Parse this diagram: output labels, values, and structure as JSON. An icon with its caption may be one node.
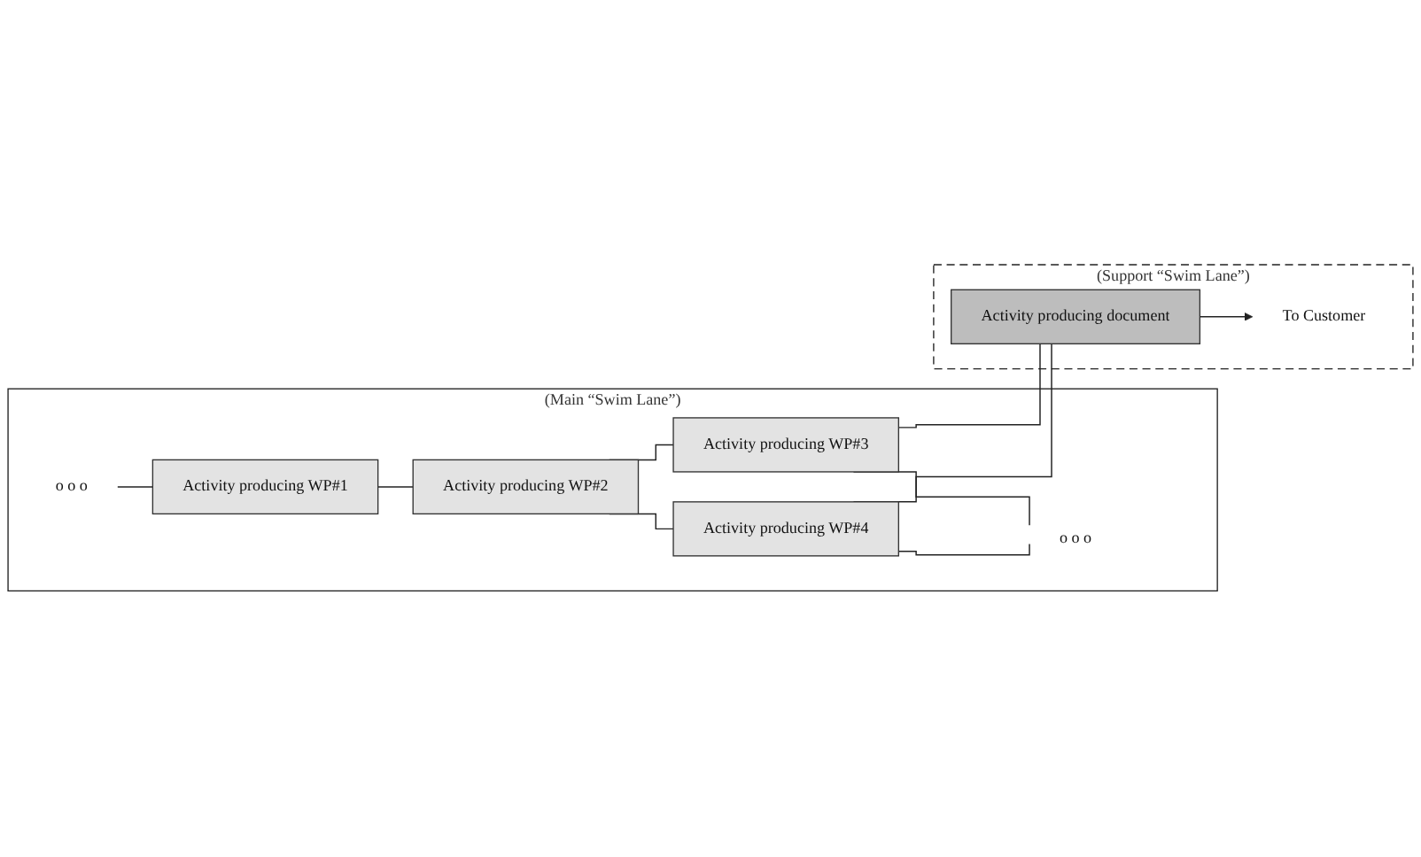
{
  "diagram": {
    "nodes": [
      {
        "text": [
          "(Main “Swim Lane”)"
        ]
      },
      {
        "text": [
          "o o o"
        ],
        "in": 0
      },
      {
        "text": [
          "Activity producing WP#1"
        ],
        "in": 0
      },
      {
        "text": [
          "Activity producing WP#2"
        ],
        "in": 0
      },
      {
        "text": [
          "Activity producing WP#3"
        ],
        "in": 0
      },
      {
        "text": [
          "Activity producing WP#4"
        ],
        "in": 0
      },
      {
        "text": [
          "o o o"
        ],
        "in": 0
      },
      {
        "text": [
          "(Support “Swim Lane”)"
        ]
      },
      {
        "text": [
          "Activity producing document"
        ],
        "in": 7
      },
      {
        "text": [
          "To Customer"
        ],
        "in": 7
      }
    ],
    "edges": [
      {
        "from": 1,
        "to": 2,
        "arrow": "none"
      },
      {
        "from": 2,
        "to": 3,
        "arrow": "none"
      },
      {
        "from": 3,
        "to": 4,
        "arrow": "none"
      },
      {
        "from": 3,
        "to": 5,
        "arrow": "none"
      },
      {
        "from": 4,
        "to": 6,
        "arrow": "none"
      },
      {
        "from": 5,
        "to": 6,
        "arrow": "none"
      },
      {
        "from": 4,
        "to": 8,
        "arrow": "none"
      },
      {
        "from": 5,
        "to": 8,
        "arrow": "none"
      },
      {
        "from": 8,
        "to": 9,
        "arrow": "to"
      }
    ]
  }
}
